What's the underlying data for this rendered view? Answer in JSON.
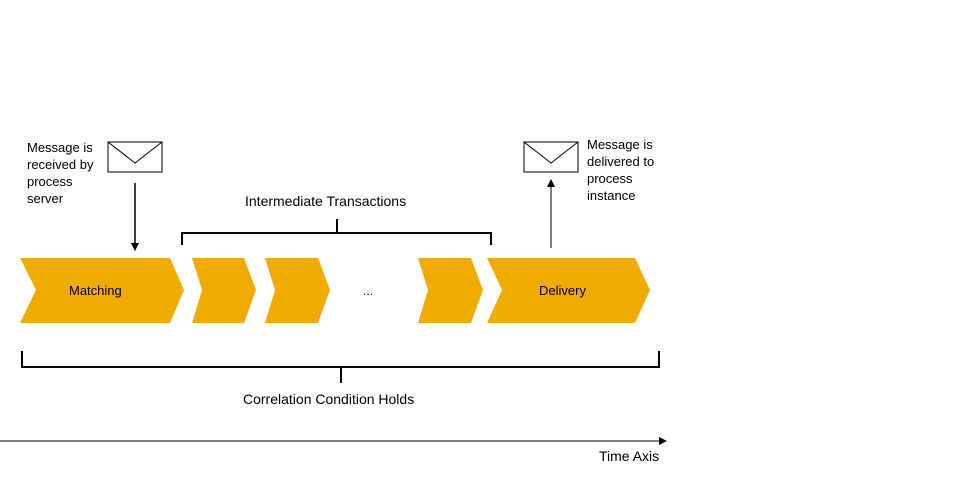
{
  "notes": {
    "received": "Message is\nreceived by\nprocess\nserver",
    "delivered": "Message is\ndelivered to\nprocess\ninstance"
  },
  "steps": {
    "matching": "Matching",
    "delivery": "Delivery",
    "ellipsis": "..."
  },
  "brackets": {
    "intermediate": "Intermediate Transactions",
    "correlation": "Correlation Condition Holds"
  },
  "axis": {
    "label": "Time Axis"
  },
  "colors": {
    "step_fill": "#F0AB00",
    "line": "#000000"
  },
  "icons": {
    "incoming": "envelope-icon",
    "outgoing": "envelope-icon"
  }
}
